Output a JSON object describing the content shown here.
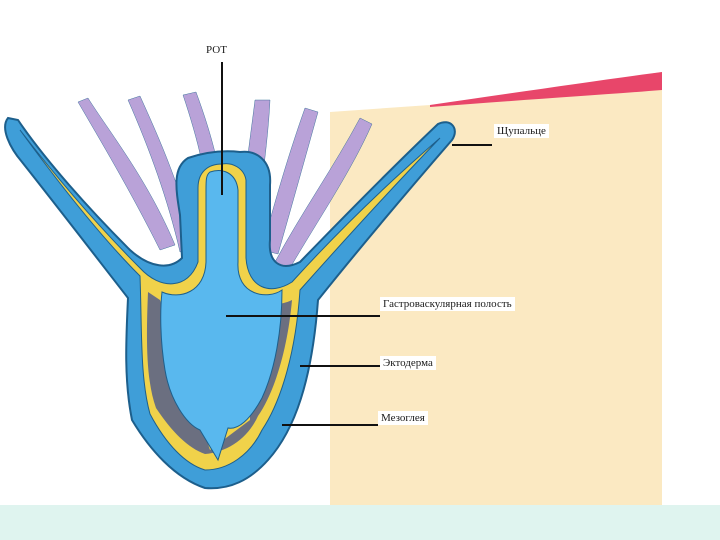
{
  "colors": {
    "page_background": "#ffffff",
    "panel_background": "#fbe9c2",
    "panel_top_stripe": "#e8466a",
    "footer_band": "#dff4ef",
    "ectoderm_outer": "#3f9ed8",
    "ectoderm_cells": "#6fc0ec",
    "cell_outline": "#1d5f8c",
    "mesoglea": "#f0d24a",
    "gut_cavity": "#59b8ee",
    "inner_shadow": "#6b6f80",
    "background_tentacles": "#b9a2d8",
    "pointer_line": "#111111"
  },
  "diagram": {
    "labels": {
      "mouth": "РОТ",
      "tentacles": "Щупальце",
      "gastrovascular_cavity": "Гастроваскулярная полость",
      "ectoderm": "Эктодерма",
      "mesoglea": "Мезоглея"
    },
    "icons": {
      "organism": "hydra-cross-section-illustration"
    }
  }
}
